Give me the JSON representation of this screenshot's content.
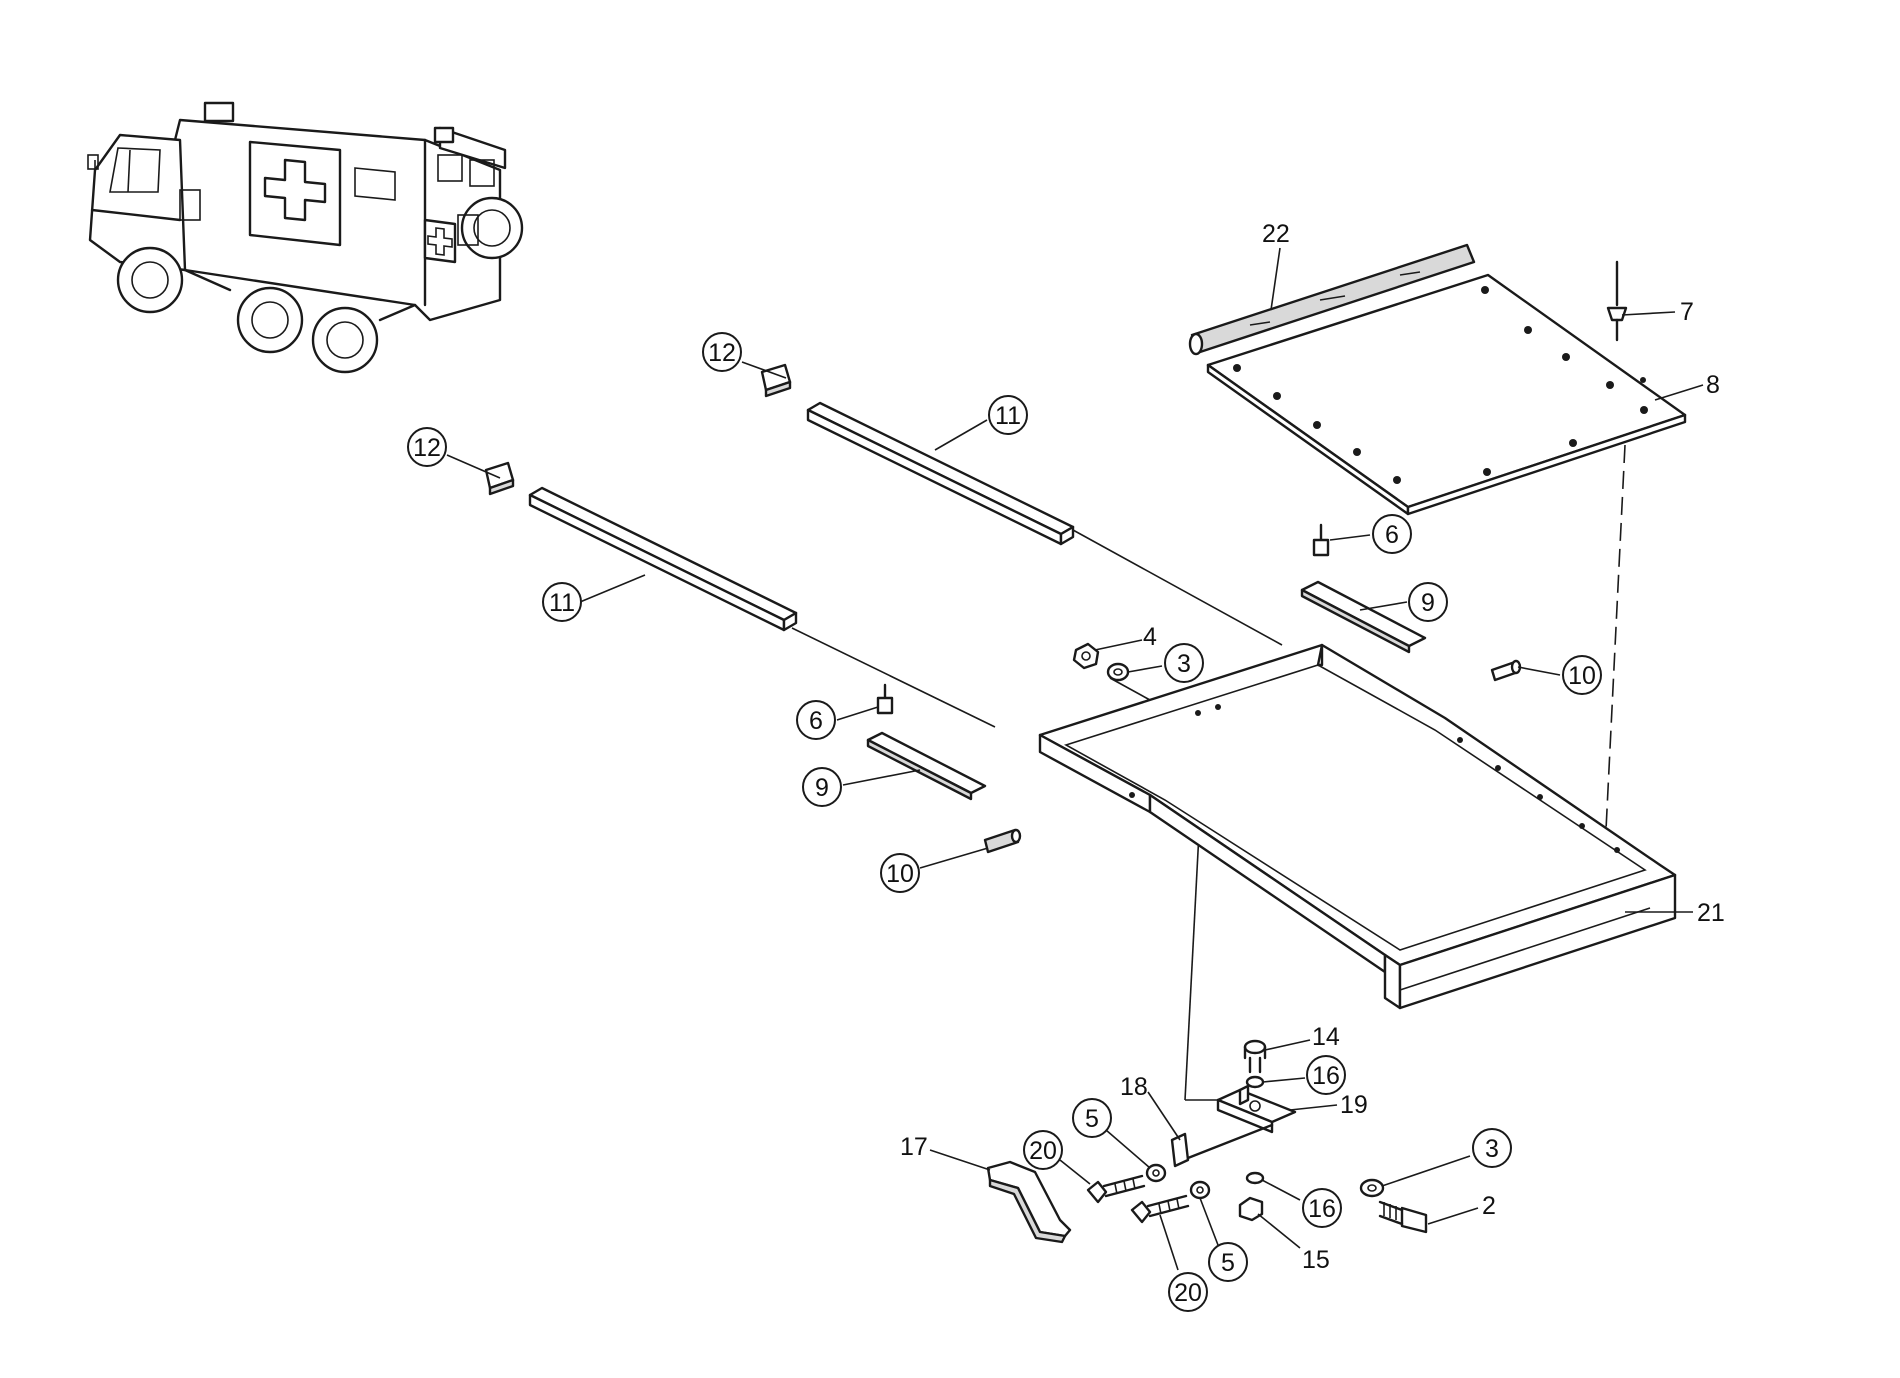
{
  "callouts": [
    {
      "text": "2",
      "circled": false
    },
    {
      "text": "3",
      "circled": true
    },
    {
      "text": "3",
      "circled": true
    },
    {
      "text": "4",
      "circled": false
    },
    {
      "text": "5",
      "circled": true
    },
    {
      "text": "5",
      "circled": true
    },
    {
      "text": "6",
      "circled": true
    },
    {
      "text": "6",
      "circled": true
    },
    {
      "text": "7",
      "circled": false
    },
    {
      "text": "8",
      "circled": false
    },
    {
      "text": "9",
      "circled": true
    },
    {
      "text": "9",
      "circled": true
    },
    {
      "text": "10",
      "circled": true
    },
    {
      "text": "10",
      "circled": true
    },
    {
      "text": "11",
      "circled": true
    },
    {
      "text": "11",
      "circled": true
    },
    {
      "text": "12",
      "circled": true
    },
    {
      "text": "12",
      "circled": true
    },
    {
      "text": "14",
      "circled": false
    },
    {
      "text": "15",
      "circled": false
    },
    {
      "text": "16",
      "circled": true
    },
    {
      "text": "16",
      "circled": true
    },
    {
      "text": "17",
      "circled": false
    },
    {
      "text": "18",
      "circled": false
    },
    {
      "text": "19",
      "circled": false
    },
    {
      "text": "20",
      "circled": true
    },
    {
      "text": "20",
      "circled": true
    },
    {
      "text": "21",
      "circled": false
    },
    {
      "text": "22",
      "circled": false
    }
  ],
  "icons": [
    "ambulance-vehicle-icon"
  ],
  "colors": {
    "line": "#1a1a1a",
    "background": "#ffffff"
  }
}
